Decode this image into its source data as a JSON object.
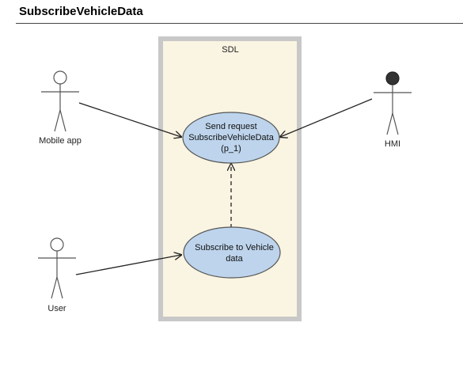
{
  "title": "SubscribeVehicleData",
  "system": {
    "label": "SDL"
  },
  "actors": {
    "mobile_app": "Mobile app",
    "hmi": "HMI",
    "user": "User"
  },
  "use_cases": {
    "send_request": [
      "Send request",
      "SubscribeVehicleData",
      "(p_1)"
    ],
    "subscribe": [
      "Subscribe to Vehicle",
      "data"
    ]
  },
  "colors": {
    "boundary_fill": "#faf4e2",
    "boundary_border": "#c8c8c8",
    "usecase_fill": "#bdd4ec",
    "usecase_stroke": "#555555",
    "actor_stroke": "#555555",
    "hmi_head": "#333333"
  }
}
